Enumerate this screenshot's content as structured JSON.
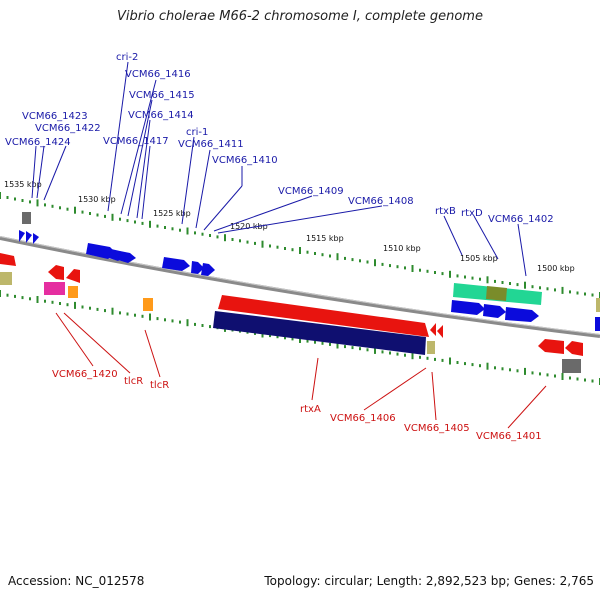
{
  "title": "Vibrio cholerae M66-2 chromosome I, complete genome",
  "footer": {
    "accession": "Accession: NC_012578",
    "topology": "Topology: circular; Length: 2,892,523 bp; Genes: 2,765"
  },
  "scale_labels": [
    "1535 kbp",
    "1530 kbp",
    "1525 kbp",
    "1520 kbp",
    "1515 kbp",
    "1510 kbp",
    "1505 kbp",
    "1500 kbp"
  ],
  "labels_top": [
    "VCM66_1423",
    "VCM66_1422",
    "VCM66_1424",
    "cri-2",
    "VCM66_1416",
    "VCM66_1415",
    "VCM66_1414",
    "VCM66_1417",
    "cri-1",
    "VCM66_1411",
    "VCM66_1410",
    "VCM66_1409",
    "VCM66_1408",
    "rtxB",
    "rtxD",
    "VCM66_1402"
  ],
  "labels_bottom": [
    "VCM66_1420",
    "tlcR",
    "tlcR",
    "rtxA",
    "VCM66_1406",
    "VCM66_1405",
    "VCM66_1401"
  ],
  "colors": {
    "backbone": "#808080",
    "forward_cds": "#0b0bdc",
    "reverse_cds": "#e8140f",
    "rtxA_forward": "#0f0f70",
    "rtx_operon": "#22d694",
    "tick": "#2e8b2e",
    "label_top": "#1a1aa8",
    "label_bottom": "#cc1111"
  }
}
